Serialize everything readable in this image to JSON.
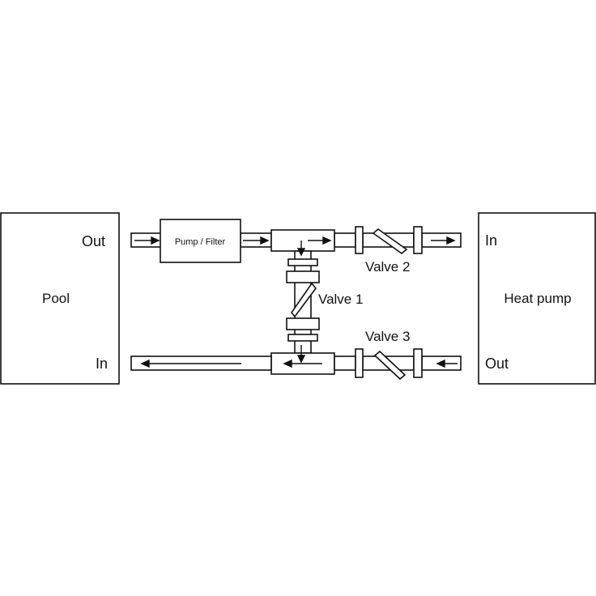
{
  "diagram": {
    "pool": {
      "name": "Pool",
      "out": "Out",
      "in": "In"
    },
    "heat_pump": {
      "name": "Heat pump",
      "in": "In",
      "out": "Out"
    },
    "pump_filter": "Pump / Filter",
    "valve_1": "Valve 1",
    "valve_2": "Valve 2",
    "valve_3": "Valve 3",
    "colors": {
      "stroke": "#111111",
      "fill": "#ffffff"
    }
  }
}
